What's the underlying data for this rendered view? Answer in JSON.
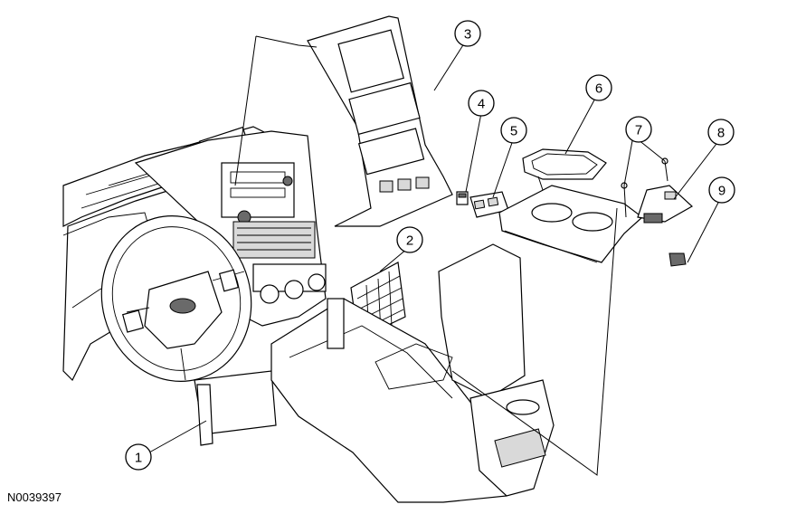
{
  "diagram": {
    "reference_code": "N0039397",
    "callouts": [
      "1",
      "2",
      "3",
      "4",
      "5",
      "6",
      "7",
      "8",
      "9"
    ]
  },
  "colors": {
    "line": "#000000",
    "background": "#ffffff",
    "shade": "#d9d9d9"
  }
}
